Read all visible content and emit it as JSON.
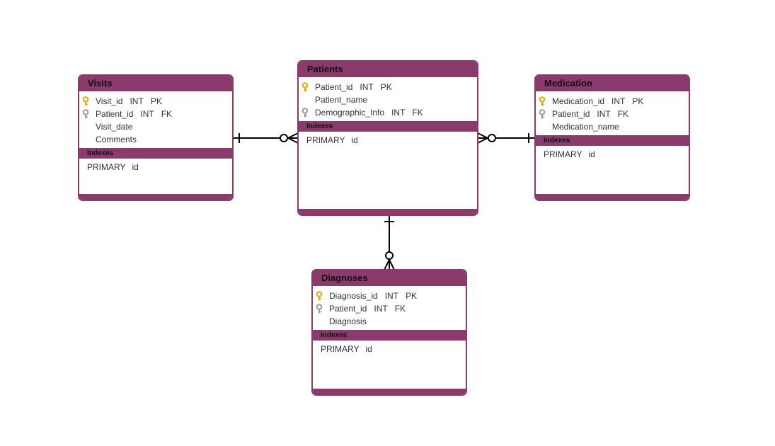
{
  "accent_color": "#8a3a6b",
  "pk_icon_color": "#e0a800",
  "fk_icon_color": "#9a9a9a",
  "entities": [
    {
      "id": "visits",
      "title": "Visits",
      "fields": [
        {
          "name": "Visit_id",
          "type": "INT",
          "key": "PK",
          "icon": "primary-key-icon"
        },
        {
          "name": "Patient_id",
          "type": "INT",
          "key": "FK",
          "icon": "foreign-key-icon"
        },
        {
          "name": "Visit_date",
          "type": "",
          "key": "",
          "icon": ""
        },
        {
          "name": "Comments",
          "type": "",
          "key": "",
          "icon": ""
        }
      ],
      "indexes_label": "Indexes",
      "indexes": [
        {
          "type": "PRIMARY",
          "column": "id"
        }
      ]
    },
    {
      "id": "patients",
      "title": "Patients",
      "fields": [
        {
          "name": "Patient_id",
          "type": "INT",
          "key": "PK",
          "icon": "primary-key-icon"
        },
        {
          "name": "Patient_name",
          "type": "",
          "key": "",
          "icon": ""
        },
        {
          "name": "Demographic_Info",
          "type": "INT",
          "key": "FK",
          "icon": "foreign-key-icon"
        }
      ],
      "indexes_label": "Indexes",
      "indexes": [
        {
          "type": "PRIMARY",
          "column": "id"
        }
      ]
    },
    {
      "id": "medication",
      "title": "Medication",
      "fields": [
        {
          "name": "Medication_id",
          "type": "INT",
          "key": "PK",
          "icon": "primary-key-icon"
        },
        {
          "name": "Patient_id",
          "type": "INT",
          "key": "FK",
          "icon": "foreign-key-icon"
        },
        {
          "name": "Medication_name",
          "type": "",
          "key": "",
          "icon": ""
        }
      ],
      "indexes_label": "Indexes",
      "indexes": [
        {
          "type": "PRIMARY",
          "column": "id"
        }
      ]
    },
    {
      "id": "diagnoses",
      "title": "Diagnoses",
      "fields": [
        {
          "name": "Diagnosis_id",
          "type": "INT",
          "key": "PK",
          "icon": "primary-key-icon"
        },
        {
          "name": "Patient_id",
          "type": "INT",
          "key": "FK",
          "icon": "foreign-key-icon"
        },
        {
          "name": "Diagnosis",
          "type": "",
          "key": "",
          "icon": ""
        }
      ],
      "indexes_label": "Indexes",
      "indexes": [
        {
          "type": "PRIMARY",
          "column": "id"
        }
      ]
    }
  ],
  "relationships": [
    {
      "from": "visits",
      "to": "patients",
      "from_cardinality": "one",
      "to_cardinality": "zero-or-many"
    },
    {
      "from": "patients",
      "to": "medication",
      "from_cardinality": "zero-or-many",
      "to_cardinality": "one"
    },
    {
      "from": "patients",
      "to": "diagnoses",
      "from_cardinality": "one",
      "to_cardinality": "zero-or-many"
    }
  ]
}
